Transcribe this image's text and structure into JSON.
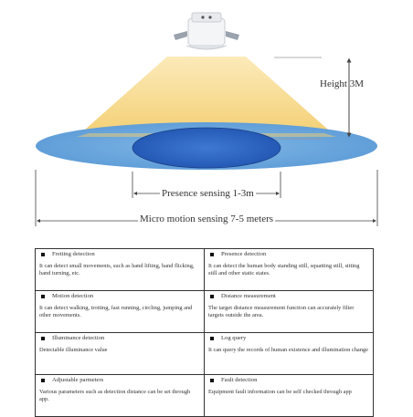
{
  "labels": {
    "height": "Height 3M",
    "presence": "Presence sensing 1-3m",
    "micro": "Micro motion sensing 7-5 meters"
  },
  "colors": {
    "cone": "#f5d37a",
    "outer_ellipse": "#6aa7dd",
    "inner_ellipse": "#2b63c2",
    "arrow": "#444444"
  },
  "features": [
    [
      {
        "title": "Fretting detection",
        "desc": "It can detect small movements, such as hand lifting, hand flicking, hand turning, etc."
      },
      {
        "title": "Presence detection",
        "desc": "It can detect the human body standing still, squatting still, sitting still and other static states."
      }
    ],
    [
      {
        "title": "Motion detection",
        "desc": "It can detect walking, trotting, fast running, circling, jumping and other movements."
      },
      {
        "title": "Distance measurement",
        "desc": "The target distance measurement function can accurately filter targets outside the area."
      }
    ],
    [
      {
        "title": "Illuminance detection",
        "desc": "Detectable illuminance value"
      },
      {
        "title": "Log query",
        "desc": "It can query the records of human existence and illumination change"
      }
    ],
    [
      {
        "title": "Adjustable parmeters",
        "desc": "Various parameters such as detection distance can be set through app."
      },
      {
        "title": "Fault detection",
        "desc": "Equipment fault information can be self checked through app"
      }
    ]
  ]
}
